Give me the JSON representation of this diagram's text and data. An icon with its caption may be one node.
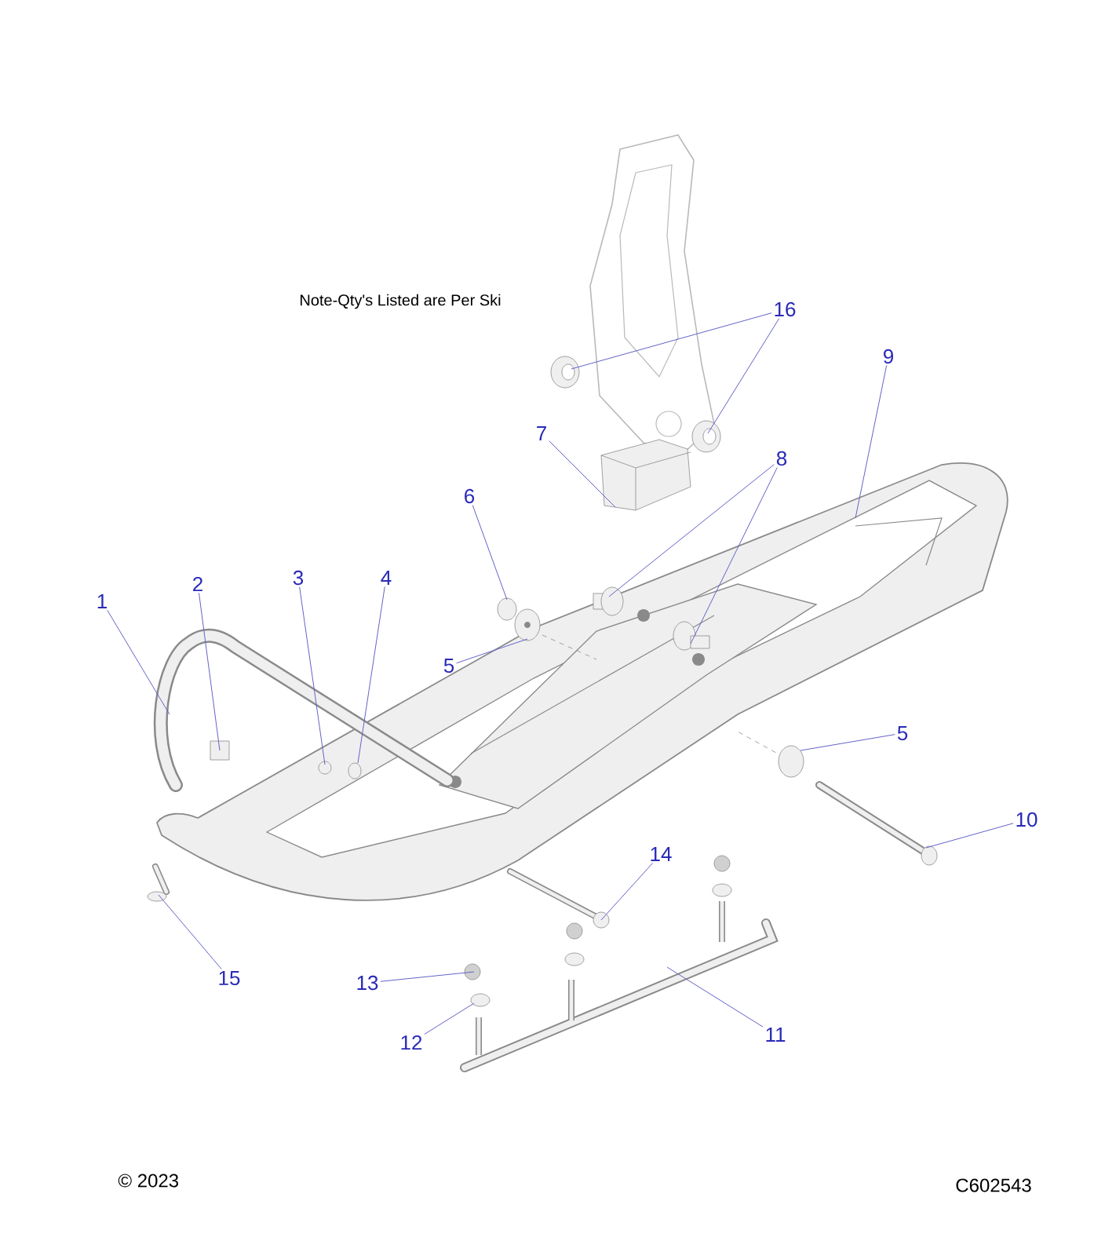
{
  "diagram": {
    "nodes": [
      {
        "text": [
          "16"
        ]
      },
      {
        "text": [
          "9"
        ]
      },
      {
        "text": [
          "7"
        ]
      },
      {
        "text": [
          "8"
        ]
      },
      {
        "text": [
          "6"
        ]
      },
      {
        "text": [
          "1"
        ]
      },
      {
        "text": [
          "2"
        ]
      },
      {
        "text": [
          "3"
        ]
      },
      {
        "text": [
          "4"
        ]
      },
      {
        "text": [
          "5"
        ]
      },
      {
        "text": [
          "5"
        ]
      },
      {
        "text": [
          "10"
        ]
      },
      {
        "text": [
          "14"
        ]
      },
      {
        "text": [
          "15"
        ]
      },
      {
        "text": [
          "13"
        ]
      },
      {
        "text": [
          "11"
        ]
      },
      {
        "text": [
          "12"
        ]
      }
    ],
    "edges": [
      {
        "from": 0,
        "to": null,
        "arrow": "none"
      },
      {
        "from": 0,
        "to": null,
        "arrow": "none"
      },
      {
        "from": 1,
        "to": null,
        "arrow": "none"
      },
      {
        "from": 2,
        "to": null,
        "arrow": "none"
      },
      {
        "from": 3,
        "to": null,
        "arrow": "none"
      },
      {
        "from": 3,
        "to": null,
        "arrow": "none"
      },
      {
        "from": 4,
        "to": null,
        "arrow": "none"
      },
      {
        "from": 5,
        "to": null,
        "arrow": "none"
      },
      {
        "from": 6,
        "to": null,
        "arrow": "none"
      },
      {
        "from": 7,
        "to": null,
        "arrow": "none"
      },
      {
        "from": 8,
        "to": null,
        "arrow": "none"
      },
      {
        "from": 9,
        "to": null,
        "arrow": "none"
      },
      {
        "from": 10,
        "to": null,
        "arrow": "none"
      },
      {
        "from": 11,
        "to": null,
        "arrow": "none"
      },
      {
        "from": 12,
        "to": null,
        "arrow": "none"
      },
      {
        "from": 13,
        "to": null,
        "arrow": "none"
      },
      {
        "from": 14,
        "to": null,
        "arrow": "none"
      },
      {
        "from": 15,
        "to": null,
        "arrow": "none"
      },
      {
        "from": 16,
        "to": null,
        "arrow": "none"
      }
    ],
    "labels": [
      "Note-Qty's Listed are Per Ski",
      "© 2023",
      "C602543"
    ]
  }
}
